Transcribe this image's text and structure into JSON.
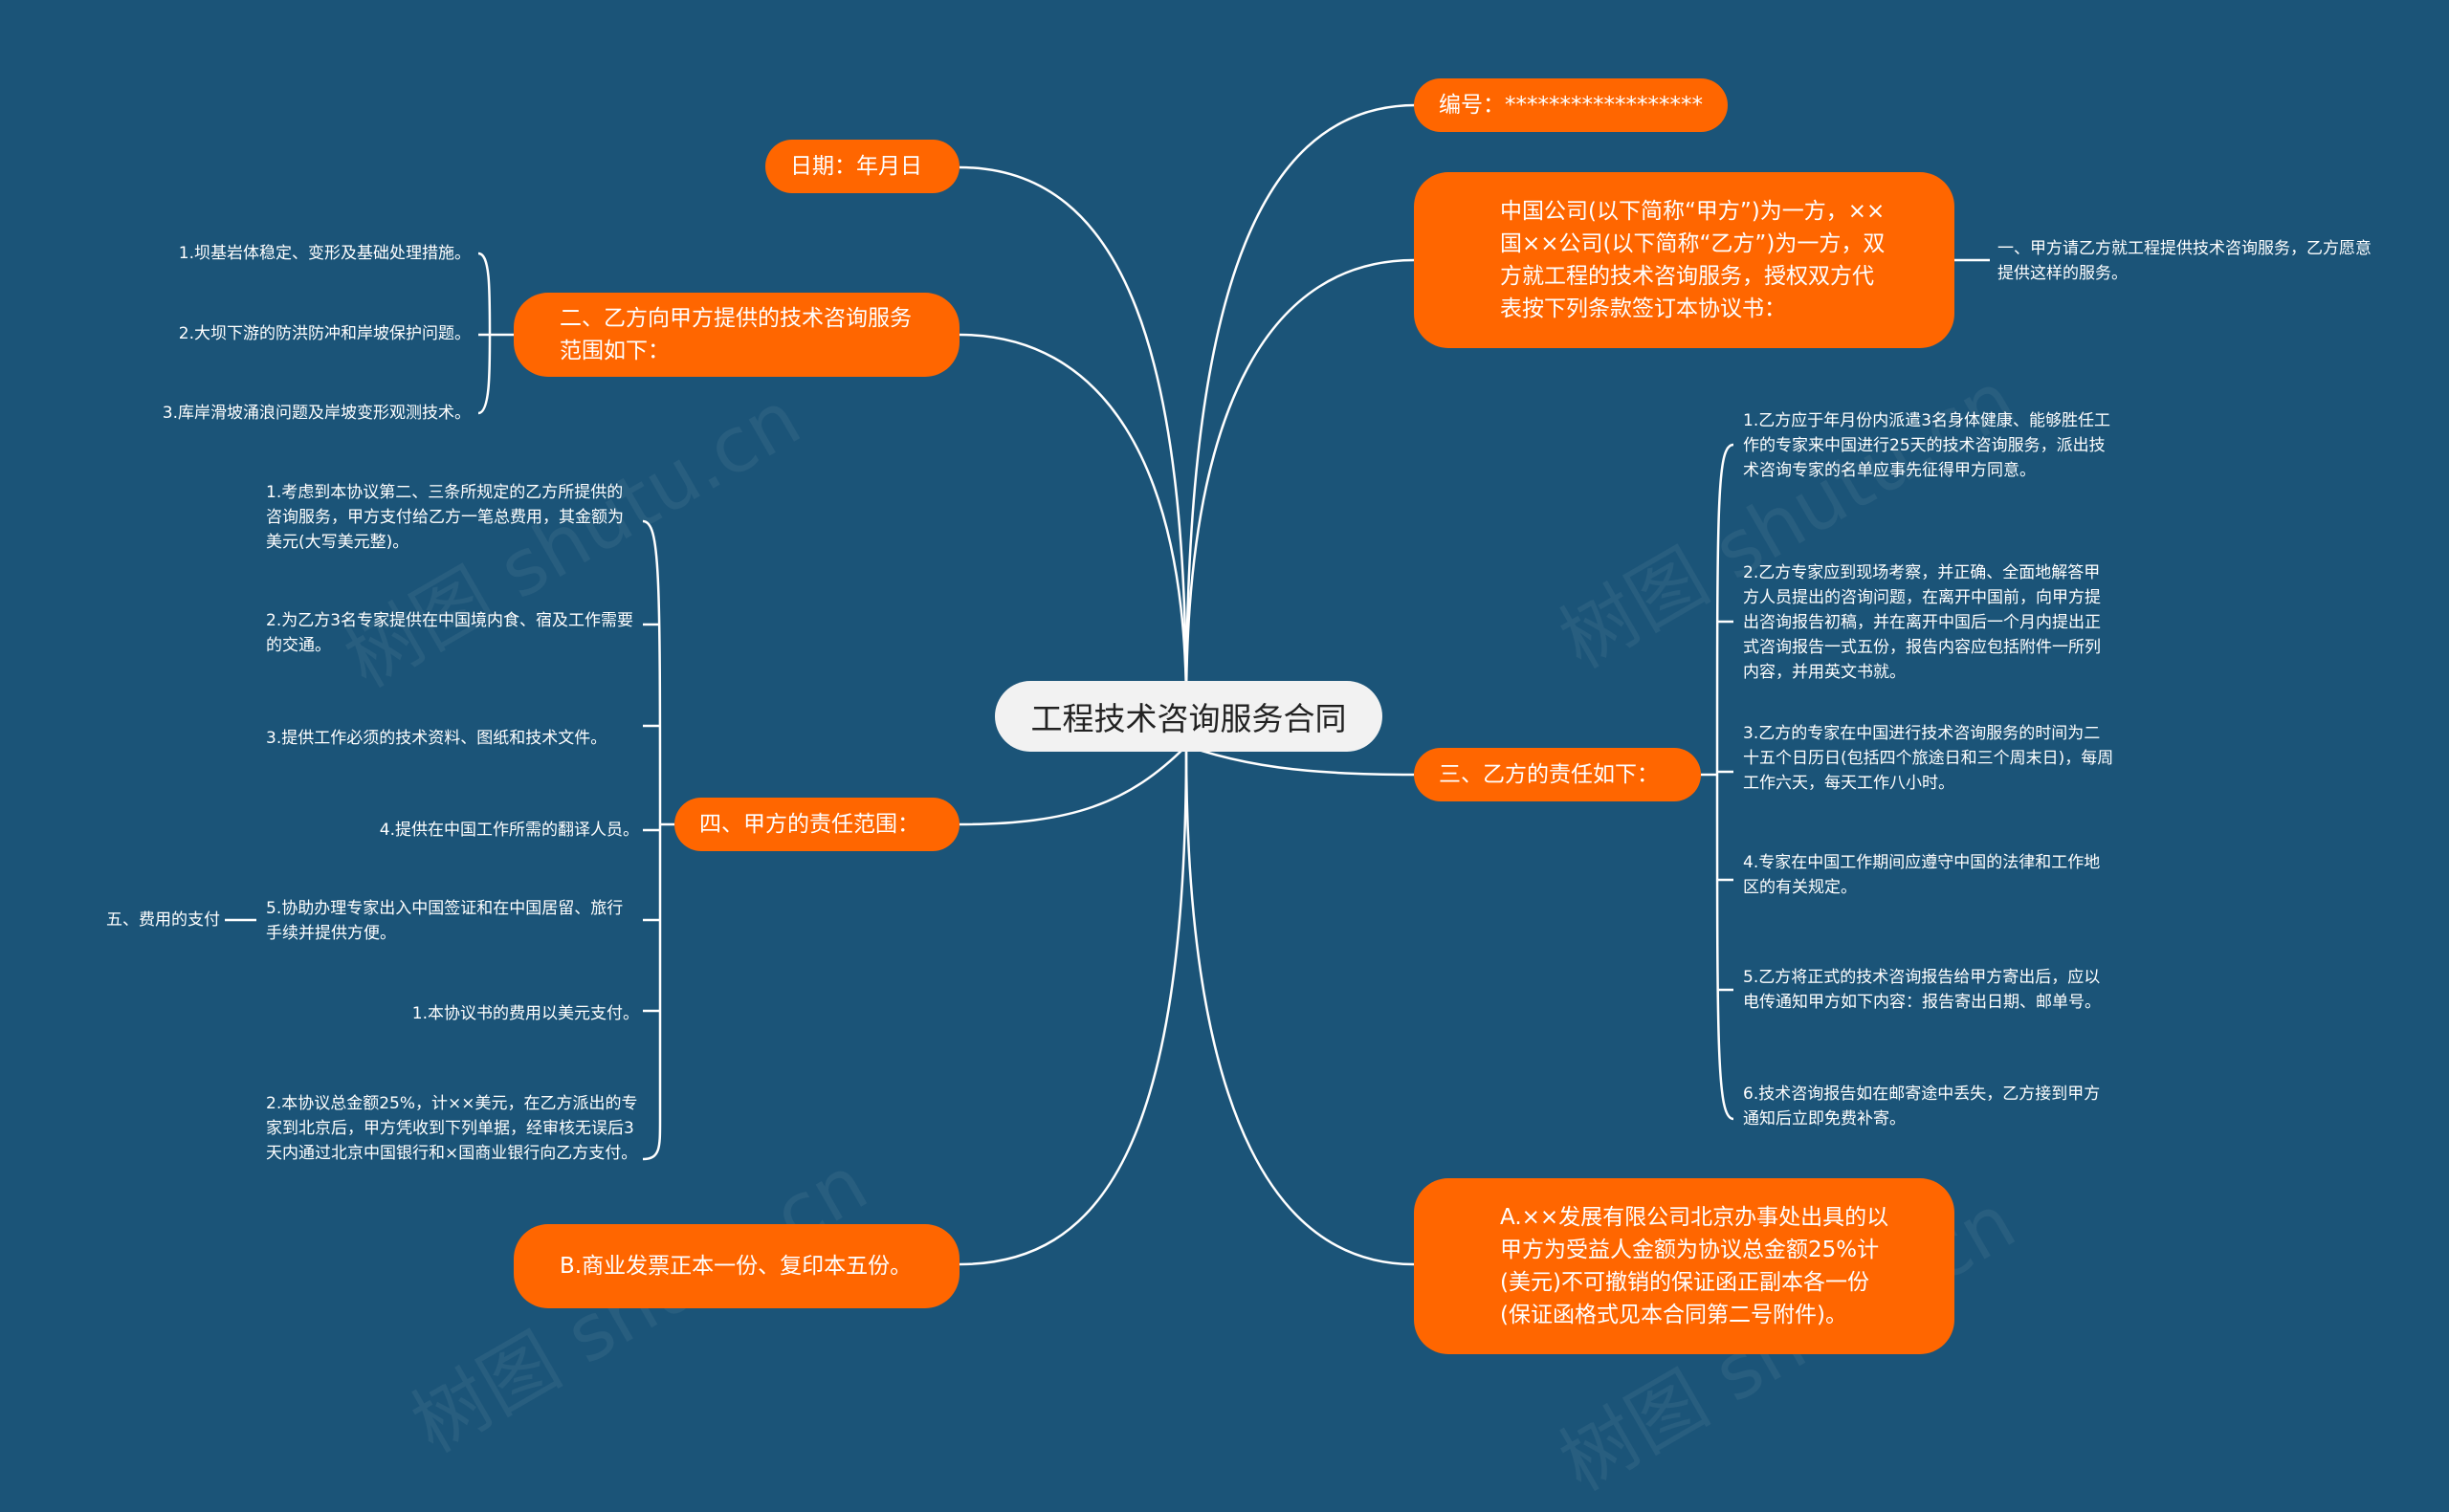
{
  "root": {
    "label": "工程技术咨询服务合同"
  },
  "branches": {
    "bianhao": "编号：******************",
    "riqi": "日期：年月日",
    "zhongguo": "中国公司(以下简称“甲方”)为一方，××国××公司(以下简称“乙方”)为一方，双方就工程的技术咨询服务，授权双方代表按下列条款签订本协议书：",
    "fanwei": "二、乙方向甲方提供的技术咨询服务范围如下：",
    "zeren_yi": "三、乙方的责任如下：",
    "zeren_jia": "四、甲方的责任范围：",
    "fapiao": "B.商业发票正本一份、复印本五份。",
    "baozheng": "A.××发展有限公司北京办事处出具的以甲方为受益人金额为协议总金额25%计(美元)不可撤销的保证函正副本各一份(保证函格式见本合同第二号附件)。"
  },
  "leaves": {
    "yi1": "一、甲方请乙方就工程提供技术咨询服务，乙方愿意提供这样的服务。",
    "fanwei1": "1.坝基岩体稳定、变形及基础处理措施。",
    "fanwei2": "2.大坝下游的防洪防冲和岸坡保护问题。",
    "fanwei3": "3.库岸滑坡涌浪问题及岸坡变形观测技术。",
    "jia1": "1.考虑到本协议第二、三条所规定的乙方所提供的咨询服务，甲方支付给乙方一笔总费用，其金额为美元(大写美元整)。",
    "jia2": "2.为乙方3名专家提供在中国境内食、宿及工作需要的交通。",
    "jia3": "3.提供工作必须的技术资料、图纸和技术文件。",
    "jia4": "4.提供在中国工作所需的翻译人员。",
    "jia5": "5.协助办理专家出入中国签证和在中国居留、旅行手续并提供方便。",
    "fei1": "1.本协议书的费用以美元支付。",
    "fei2": "2.本协议总金额25%，计××美元，在乙方派出的专家到北京后，甲方凭收到下列单据，经审核无误后3天内通过北京中国银行和×国商业银行向乙方支付。",
    "wu": "五、费用的支付",
    "yi_z1": "1.乙方应于年月份内派遣3名身体健康、能够胜任工作的专家来中国进行25天的技术咨询服务，派出技术咨询专家的名单应事先征得甲方同意。",
    "yi_z2": "2.乙方专家应到现场考察，并正确、全面地解答甲方人员提出的咨询问题，在离开中国前，向甲方提出咨询报告初稿，并在离开中国后一个月内提出正式咨询报告一式五份，报告内容应包括附件一所列内容，并用英文书就。",
    "yi_z3": "3.乙方的专家在中国进行技术咨询服务的时间为二十五个日历日(包括四个旅途日和三个周末日)，每周工作六天，每天工作八小时。",
    "yi_z4": "4.专家在中国工作期间应遵守中国的法律和工作地区的有关规定。",
    "yi_z5": "5.乙方将正式的技术咨询报告给甲方寄出后，应以电传通知甲方如下内容：报告寄出日期、邮单号。",
    "yi_z6": "6.技术咨询报告如在邮寄途中丢失，乙方接到甲方通知后立即免费补寄。"
  },
  "colors": {
    "background": "#1b5478",
    "branch": "#ff6600",
    "root": "#f2f2f2",
    "line": "#ffffff"
  }
}
